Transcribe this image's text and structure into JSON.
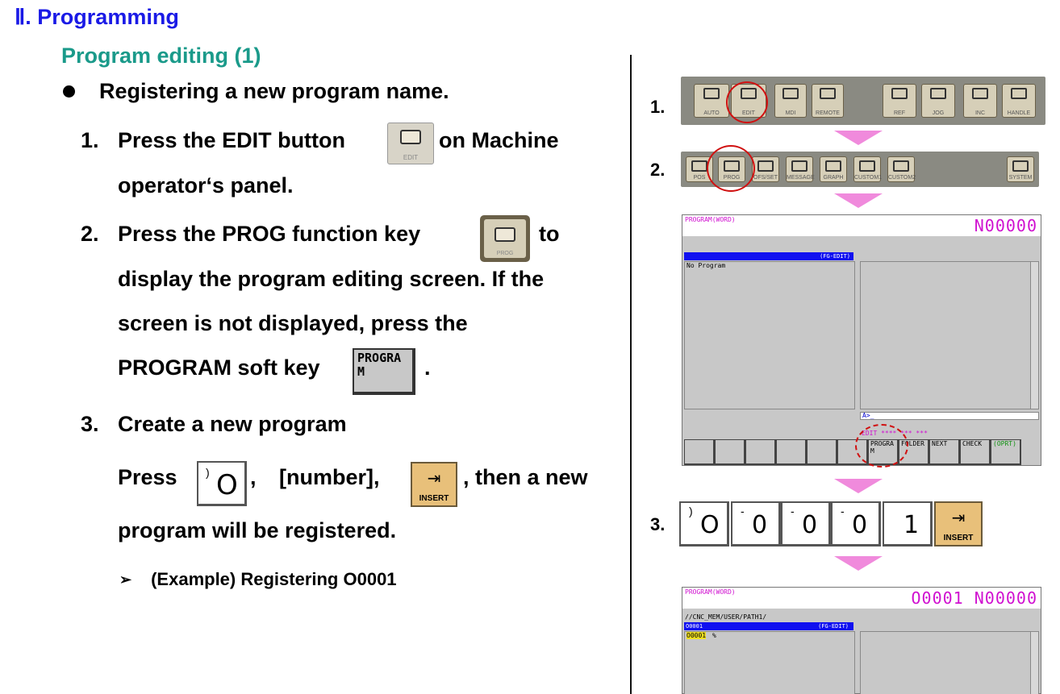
{
  "heading": "Ⅱ. Programming",
  "subheading": "Program editing (1)",
  "bullet": "Registering a new program name.",
  "steps": {
    "s1_num": "1.",
    "s1_a": "Press the EDIT button",
    "s1_b": "on Machine",
    "s1_c": "operator‘s panel.",
    "s2_num": "2.",
    "s2_a": "Press the PROG function key",
    "s2_b": "to",
    "s2_c": "display the program editing screen. If the",
    "s2_d": "screen is not displayed, press the",
    "s2_e": "PROGRAM soft key",
    "s2_f": ".",
    "s3_num": "3.",
    "s3_a": "Create a new program",
    "s3_b": "Press",
    "s3_c": ",",
    "s3_d": "[number],",
    "s3_e": ", then a new",
    "s3_f": "program will be registered.",
    "example": "(Example) Registering O0001"
  },
  "keys": {
    "edit_label": "EDIT",
    "prog_label": "PROG",
    "soft_program": "PROGRA\nM",
    "o_big": "O",
    "o_small": ")",
    "insert_label": "INSERT"
  },
  "right": {
    "num1": "1.",
    "num2": "2.",
    "num3": "3.",
    "row1_keys": [
      "AUTO",
      "EDIT",
      "MDI",
      "REMOTE",
      "REF",
      "JOG",
      "INC",
      "HANDLE"
    ],
    "row2_keys": [
      "POS",
      "PROG",
      "OFS/SET",
      "MESSAGE",
      "GRAPH",
      "CUSTOM1",
      "CUSTOM2",
      "SYSTEM"
    ],
    "screen1": {
      "title": "PROGRAM(WORD)",
      "code": "N00000",
      "tag": "(FG-EDIT)",
      "body": "No Program",
      "prompt": "A>_",
      "status": "EDIT **** *** ***",
      "softkeys": [
        "",
        "",
        "",
        "",
        "",
        "",
        "PROGRA\nM",
        "FOLDER",
        "NEXT",
        "CHECK",
        "(OPRT)"
      ]
    },
    "digits": [
      "0",
      "0",
      "0",
      "1"
    ],
    "digit_small": "-",
    "screen2": {
      "title": "PROGRAM(WORD)",
      "code": "O0001 N00000",
      "path": "//CNC_MEM/USER/PATH1/",
      "prog": "O0001",
      "tag": "(FG-EDIT)",
      "line": "O0001",
      "line_end": "%"
    }
  }
}
